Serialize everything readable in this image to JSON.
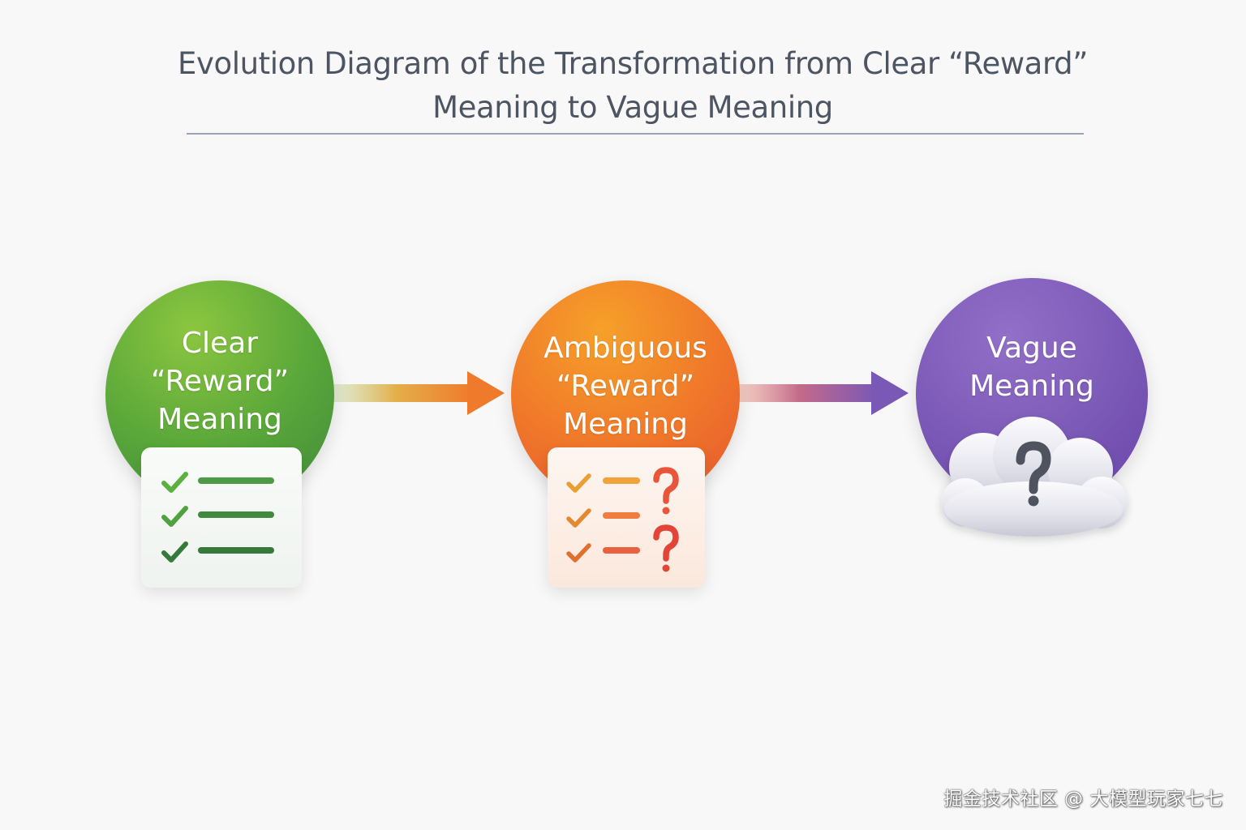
{
  "title": {
    "line1": "Evolution Diagram of the Transformation from Clear “Reward”",
    "line2": "Meaning to Vague Meaning"
  },
  "stages": [
    {
      "line1": "Clear",
      "line2": "“Reward”",
      "line3": "Meaning",
      "color": "#5ba83a",
      "icon": "checklist-icon"
    },
    {
      "line1": "Ambiguous",
      "line2": "“Reward”",
      "line3": "Meaning",
      "color": "#f0792a",
      "icon": "uncertain-checklist-icon"
    },
    {
      "line1": "Vague",
      "line2": "Meaning",
      "color": "#7a58b6",
      "icon": "question-cloud-icon"
    }
  ],
  "watermark": "掘金技术社区 @ 大模型玩家七七"
}
